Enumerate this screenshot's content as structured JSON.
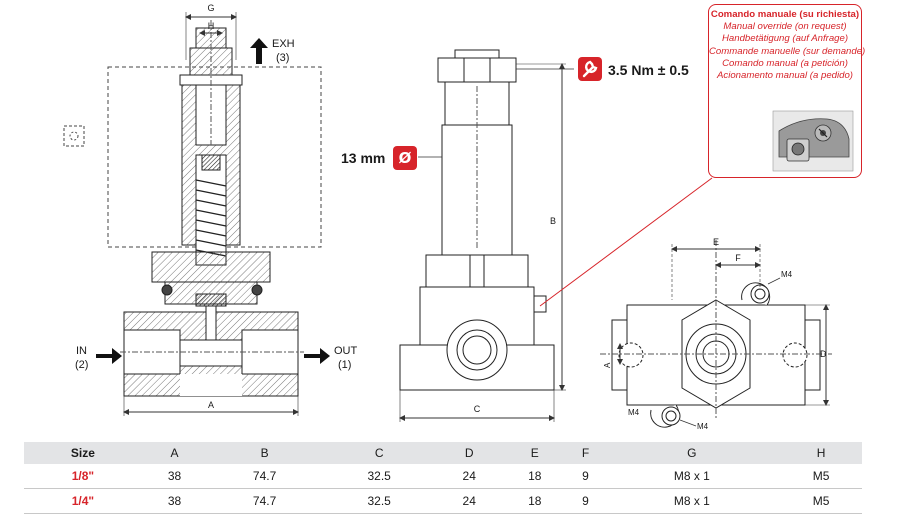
{
  "left_view": {
    "dim_g": "G",
    "dim_h": "H",
    "dim_a": "A",
    "exh_label": "EXH",
    "exh_port": "(3)",
    "in_label": "IN",
    "in_port": "(2)",
    "out_label": "OUT",
    "out_port": "(1)"
  },
  "center_view": {
    "torque_value": "3.5 Nm ± 0.5",
    "diameter_value": "13 mm",
    "diameter_symbol": "Ø",
    "dim_b": "B",
    "dim_c": "C",
    "wrench_icon": "wrench-icon"
  },
  "right_view": {
    "dim_e": "E",
    "dim_f": "F",
    "dim_d": "D",
    "dim_a": "A",
    "m4_top": "M4",
    "m4_bottom_left": "M4",
    "m4_bottom_right": "M4"
  },
  "callout": {
    "lines": [
      "Comando manuale (su richiesta)",
      "Manual override (on request)",
      "Handbetätigung (auf Anfrage)",
      "Commande manuelle (sur demande)",
      "Comando manual (a petición)",
      "Acionamento manual (a pedido)"
    ]
  },
  "table": {
    "headers": [
      "Size",
      "A",
      "B",
      "C",
      "D",
      "E",
      "F",
      "G",
      "H"
    ],
    "rows": [
      [
        "1/8\"",
        "38",
        "74.7",
        "32.5",
        "24",
        "18",
        "9",
        "M8 x 1",
        "M5"
      ],
      [
        "1/4\"",
        "38",
        "74.7",
        "32.5",
        "24",
        "18",
        "9",
        "M8 x 1",
        "M5"
      ]
    ]
  },
  "colors": {
    "accent_red": "#d7242a",
    "table_header": "#e3e4e6"
  }
}
